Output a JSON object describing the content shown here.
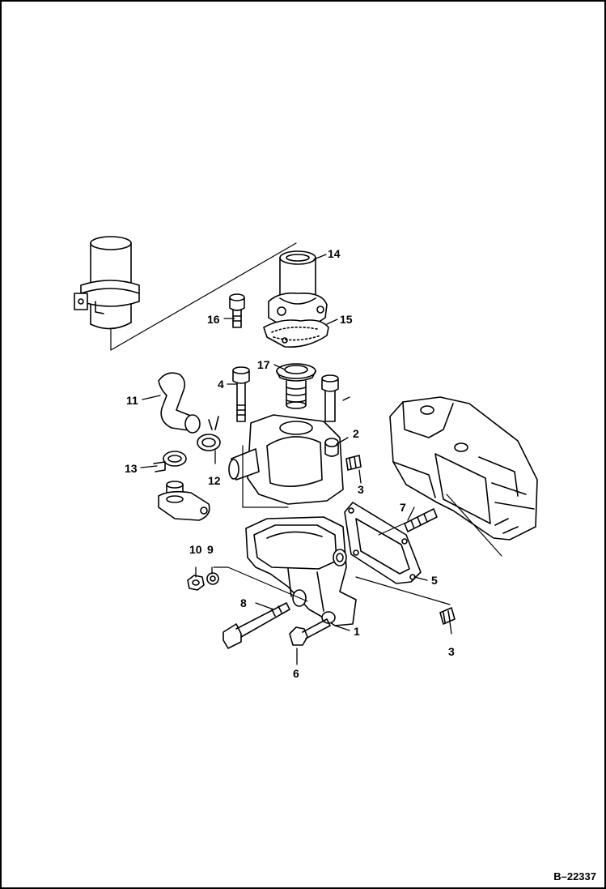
{
  "diagram": {
    "figure_id": "B–22337",
    "callouts": [
      {
        "id": "c14",
        "label": "14",
        "part": "outlet-pipe"
      },
      {
        "id": "c15",
        "label": "15",
        "part": "outlet-gasket"
      },
      {
        "id": "c16",
        "label": "16",
        "part": "outlet-bolt"
      },
      {
        "id": "c17",
        "label": "17",
        "part": "thermostat"
      },
      {
        "id": "c4",
        "label": "4",
        "part": "long-bolt"
      },
      {
        "id": "c11",
        "label": "11",
        "part": "bypass-hose"
      },
      {
        "id": "c2",
        "label": "2",
        "part": "housing-plug"
      },
      {
        "id": "c12",
        "label": "12",
        "part": "hose-clamp"
      },
      {
        "id": "c13",
        "label": "13",
        "part": "hose-clamp"
      },
      {
        "id": "c3a",
        "label": "3",
        "part": "plug"
      },
      {
        "id": "c7",
        "label": "7",
        "part": "stud"
      },
      {
        "id": "c10",
        "label": "10",
        "part": "nut"
      },
      {
        "id": "c9",
        "label": "9",
        "part": "washer"
      },
      {
        "id": "c5",
        "label": "5",
        "part": "housing-gasket"
      },
      {
        "id": "c8",
        "label": "8",
        "part": "stud-bolt"
      },
      {
        "id": "c1",
        "label": "1",
        "part": "thermostat-housing"
      },
      {
        "id": "c3b",
        "label": "3",
        "part": "plug"
      },
      {
        "id": "c6",
        "label": "6",
        "part": "bolt"
      }
    ]
  }
}
